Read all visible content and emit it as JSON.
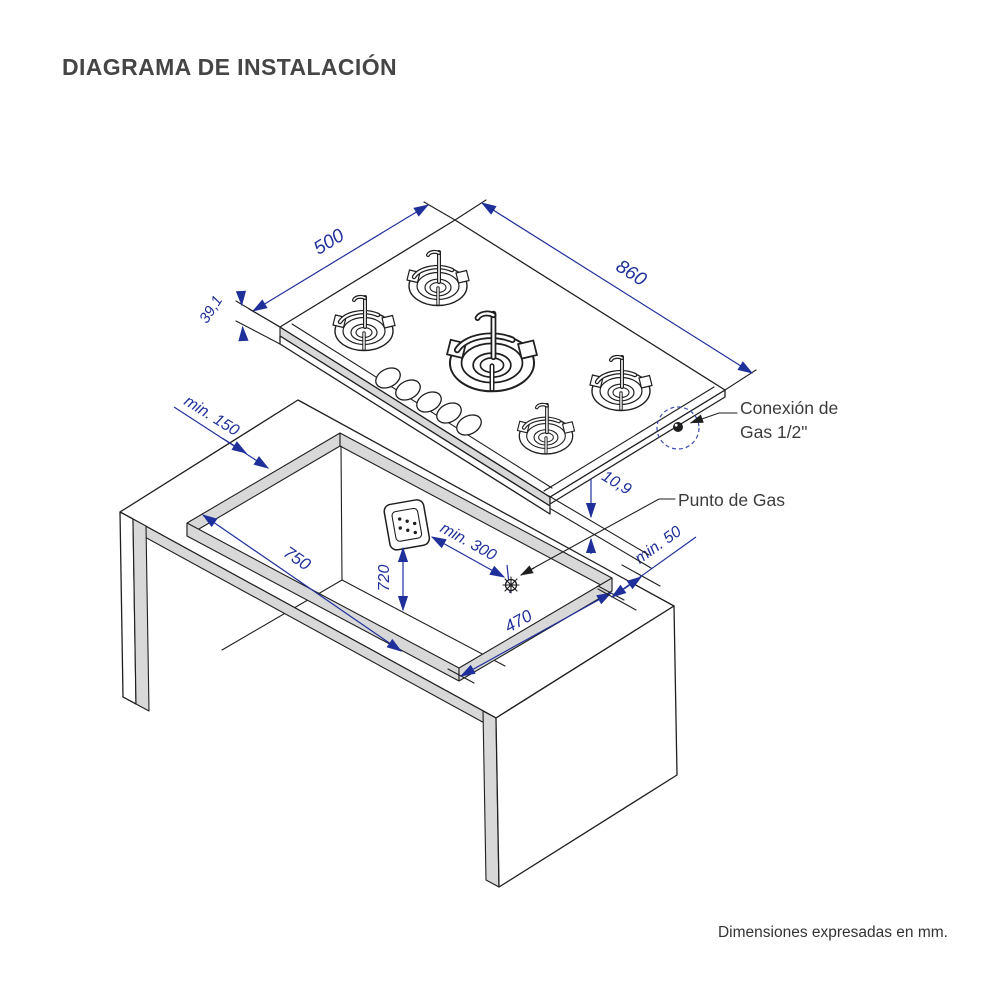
{
  "title": "DIAGRAMA DE INSTALACIÓN",
  "footer": "Dimensiones expresadas en mm.",
  "colors": {
    "dimension_blue": "#20309b",
    "line_black": "#1f1f1f",
    "edge_gray": "#d8d8d8",
    "label_text": "#3c3c3c",
    "title_text": "#454545"
  },
  "cooktop": {
    "width_mm": "860",
    "depth_mm": "500",
    "glass_thickness_mm": "39,1",
    "burner_count": 5,
    "knob_count": 5
  },
  "installation": {
    "front_margin": "min. 150",
    "cutout_length": "750",
    "cutout_depth": "470",
    "side_margin": "min. 50",
    "outlet_height": "720",
    "gas_point_distance": "min. 300",
    "edge_offset": "10,9"
  },
  "labels": {
    "gas_connection_line1": "Conexión de",
    "gas_connection_line2": "Gas 1/2\"",
    "gas_point": "Punto de Gas"
  }
}
